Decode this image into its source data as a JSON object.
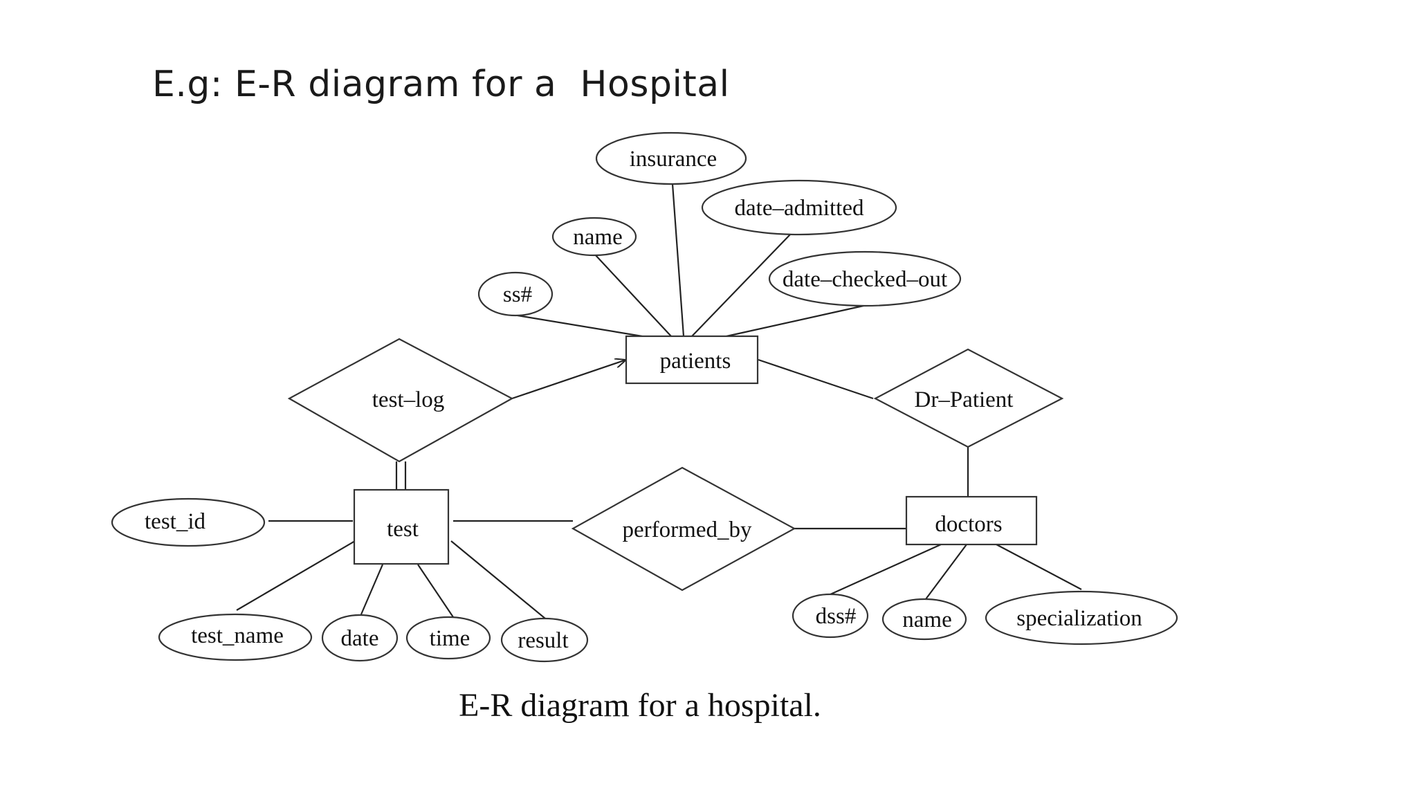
{
  "slide": {
    "title": "E.g: E-R diagram for a  Hospital"
  },
  "diagram": {
    "caption": "E-R diagram for a hospital.",
    "entities": {
      "patients": "patients",
      "test": "test",
      "doctors": "doctors"
    },
    "relationships": {
      "test_log": "test–log",
      "dr_patient": "Dr–Patient",
      "performed_by": "performed_by"
    },
    "attributes": {
      "insurance": "insurance",
      "date_admitted": "date–admitted",
      "patient_name": "name",
      "date_checked_out": "date–checked–out",
      "ss": "ss#",
      "test_id": "test_id",
      "test_name": "test_name",
      "date": "date",
      "time": "time",
      "result": "result",
      "dss": "dss#",
      "doctor_name": "name",
      "specialization": "specialization"
    }
  }
}
